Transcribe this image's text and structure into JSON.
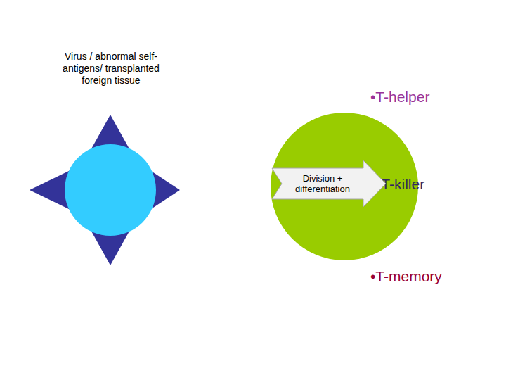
{
  "diagram": {
    "nodes": [
      {
        "text": [
          "•T-killer"
        ]
      },
      {
        "text": [
          "Division + differentiation"
        ],
        "in": 0
      }
    ],
    "labels": [
      "Virus / abnormal self-antigens/ transplanted foreign tissue",
      "•T-helper",
      "•T-memory"
    ]
  }
}
